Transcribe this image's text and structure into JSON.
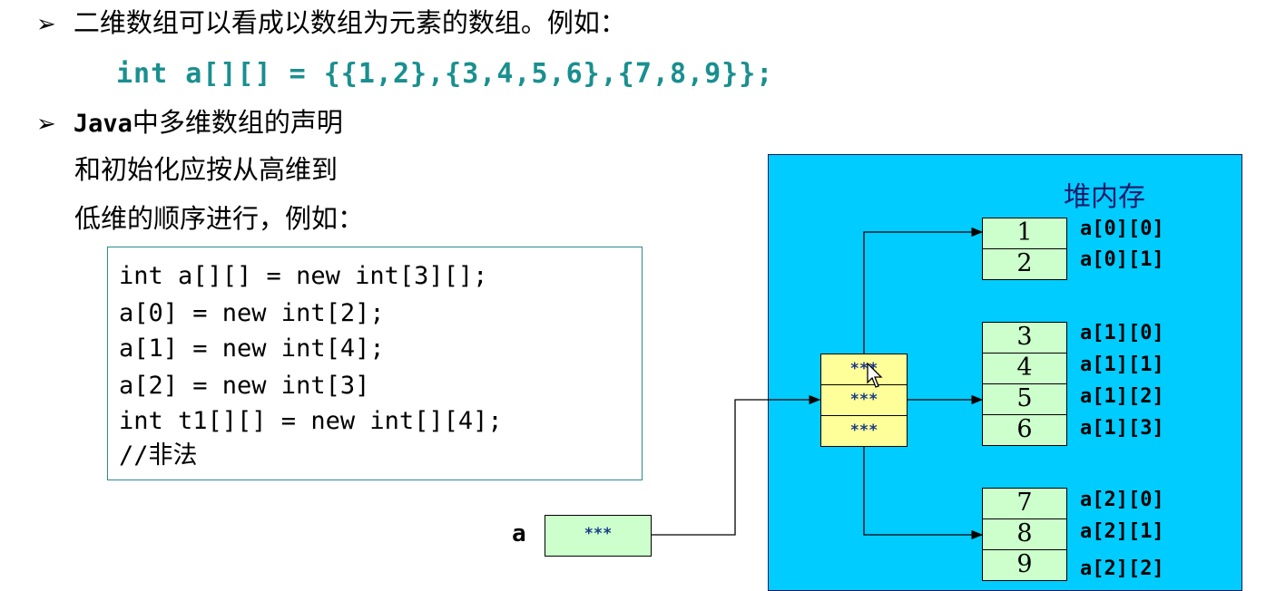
{
  "line1": {
    "bullet": "➢",
    "text": "二维数组可以看成以数组为元素的数组。例如："
  },
  "line2": {
    "code": "int a[][] = {{1,2},{3,4,5,6},{7,8,9}};"
  },
  "line3": {
    "bullet": "➢",
    "prefix": "Java",
    "text": "中多维数组的声明"
  },
  "line4": {
    "text": "和初始化应按从高维到"
  },
  "line5": {
    "text": "低维的顺序进行，例如："
  },
  "codebox": {
    "lines": [
      "int a[][] = new int[3][];",
      "a[0] = new int[2];",
      "a[1] = new int[4];",
      "a[2] = new int[3]",
      "int t1[][] = new int[][4];",
      "//非法"
    ]
  },
  "heap": {
    "title": "堆内存",
    "pointer_text": "***",
    "var_label": "a",
    "rows": [
      {
        "values": [
          "1",
          "2"
        ],
        "labels": [
          "a[0][0]",
          "a[0][1]"
        ]
      },
      {
        "values": [
          "3",
          "4",
          "5",
          "6"
        ],
        "labels": [
          "a[1][0]",
          "a[1][1]",
          "a[1][2]",
          "a[1][3]"
        ]
      },
      {
        "values": [
          "7",
          "8",
          "9"
        ],
        "labels": [
          "a[2][0]",
          "a[2][1]",
          "a[2][2]"
        ]
      }
    ]
  },
  "colors": {
    "heap_bg": "#00ccff",
    "green_cell": "#ccffcc",
    "yellow_cell": "#ffff99",
    "code_teal": "#1a8f8f"
  }
}
